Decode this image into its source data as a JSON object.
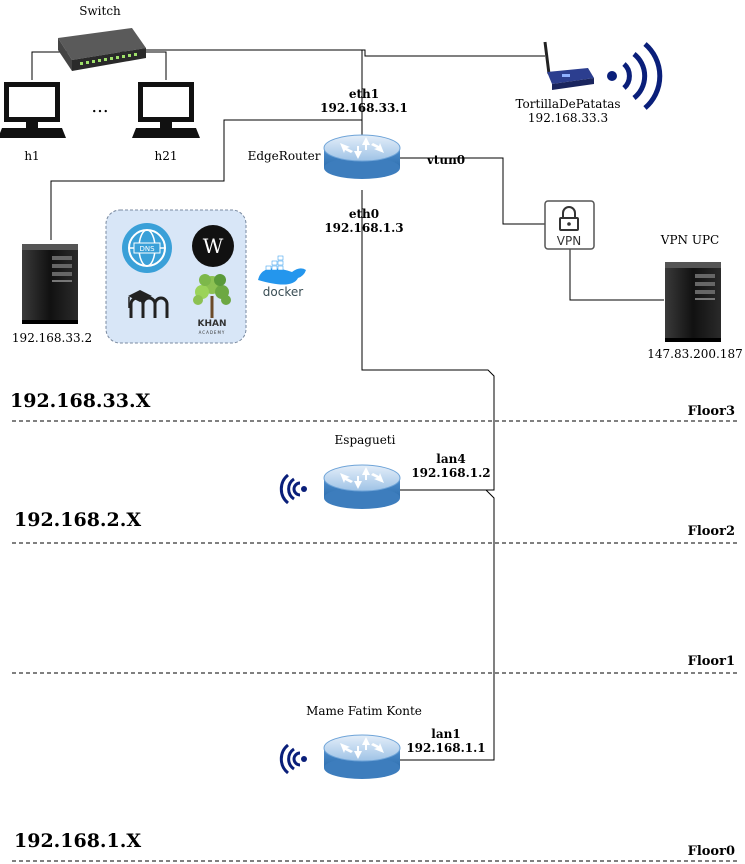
{
  "switch": {
    "label": "Switch"
  },
  "hosts": {
    "h1": "h1",
    "dots": "...",
    "h21": "h21"
  },
  "access_point": {
    "name": "TortillaDePatatas",
    "ip": "192.168.33.3"
  },
  "edge_router": {
    "name": "EdgeRouter",
    "eth1_name": "eth1",
    "eth1_ip": "192.168.33.1",
    "eth0_name": "eth0",
    "eth0_ip": "192.168.1.3",
    "vtun0": "vtun0"
  },
  "vpn": {
    "badge": "VPN"
  },
  "vpn_server": {
    "name": "VPN UPC",
    "ip": "147.83.200.187"
  },
  "server": {
    "ip": "192.168.33.2"
  },
  "services": {
    "wikipedia": "W",
    "khan": "KHAN",
    "khan_sub": "ACADEMY",
    "docker": "docker",
    "dns": "DNS"
  },
  "espagueti": {
    "name": "Espagueti",
    "port": "lan4",
    "ip": "192.168.1.2"
  },
  "mame": {
    "name": "Mame Fatim Konte",
    "port": "lan1",
    "ip": "192.168.1.1"
  },
  "floors": [
    {
      "subnet": "192.168.33.X",
      "floor": "Floor3"
    },
    {
      "subnet": "192.168.2.X",
      "floor": "Floor2"
    },
    {
      "subnet": "",
      "floor": "Floor1"
    },
    {
      "subnet": "192.168.1.X",
      "floor": "Floor0"
    }
  ],
  "colors": {
    "router": "#5a9bd5",
    "router_light": "#dbe8f5",
    "wifi": "#0a1f7a",
    "services_bg": "#d8e6f7",
    "server": "#1b1b1b"
  }
}
